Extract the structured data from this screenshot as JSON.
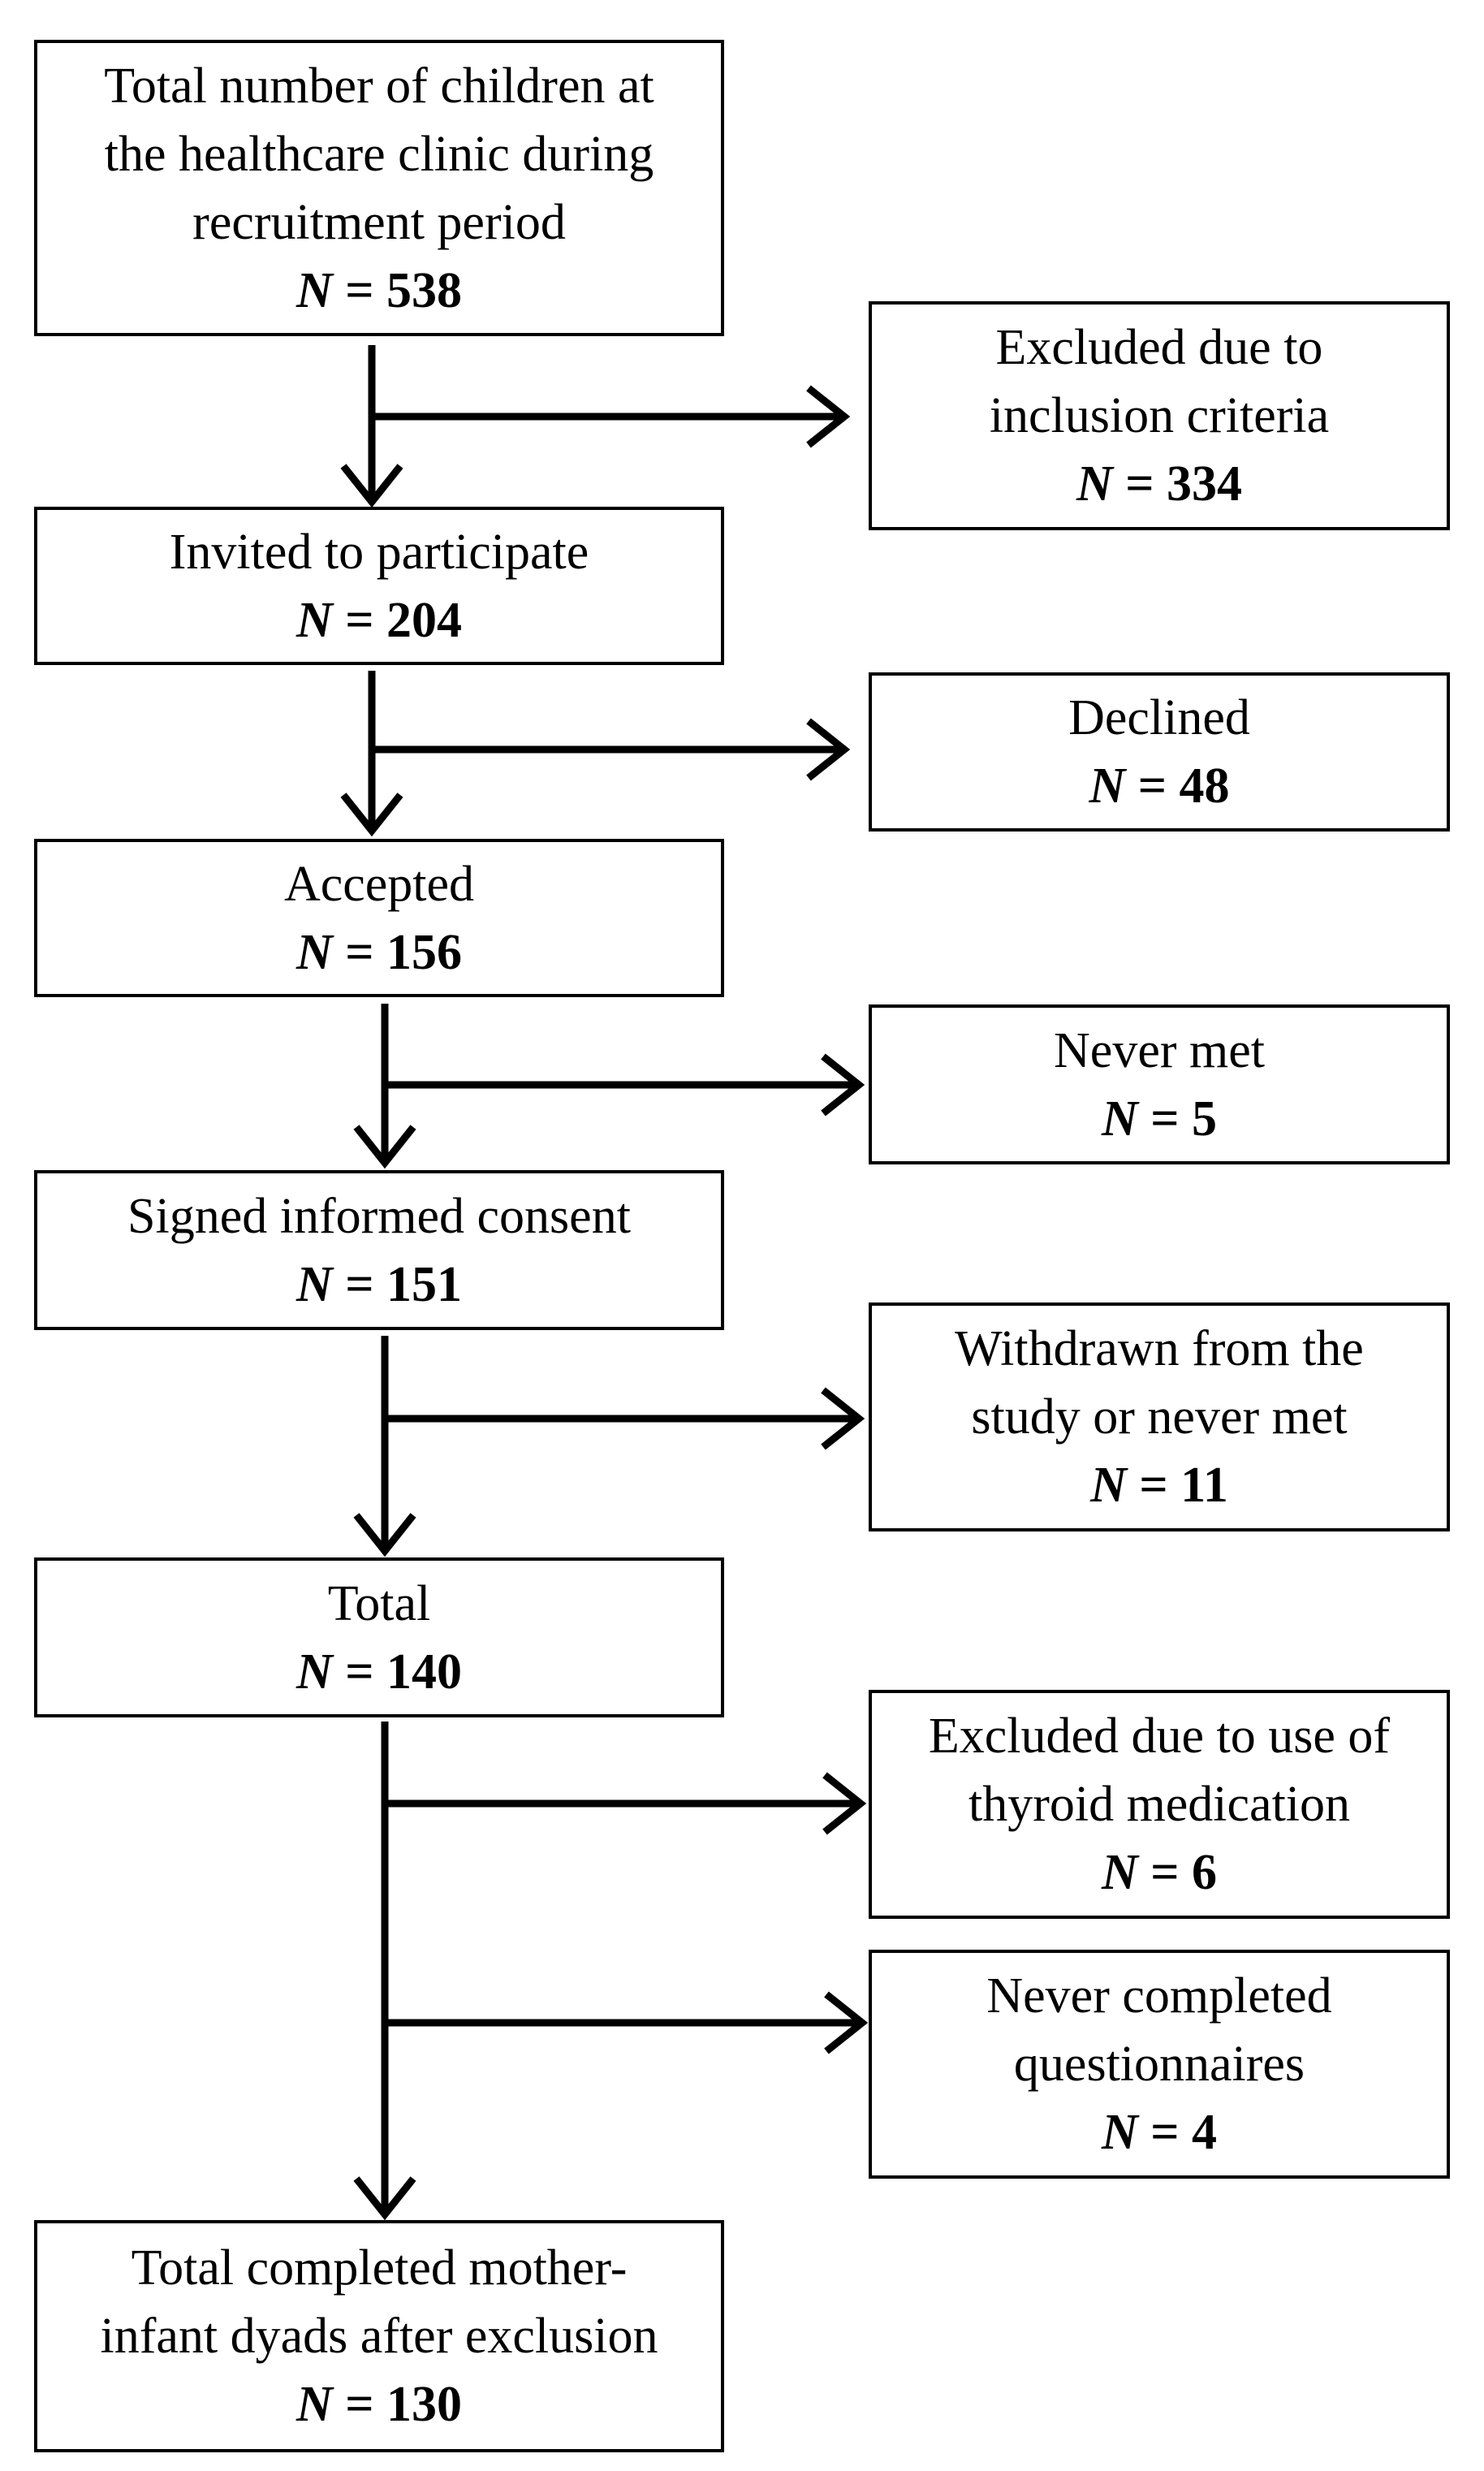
{
  "diagram": {
    "main_boxes": [
      {
        "id": "total-children",
        "lines": [
          "Total number of children at",
          "the healthcare clinic during",
          "recruitment period"
        ],
        "count_symbol": "N",
        "count_text": " = 538"
      },
      {
        "id": "invited",
        "lines": [
          "Invited to participate"
        ],
        "count_symbol": "N",
        "count_text": " = 204"
      },
      {
        "id": "accepted",
        "lines": [
          "Accepted"
        ],
        "count_symbol": "N",
        "count_text": " = 156"
      },
      {
        "id": "signed-consent",
        "lines": [
          "Signed informed consent"
        ],
        "count_symbol": "N",
        "count_text": " = 151"
      },
      {
        "id": "total",
        "lines": [
          "Total"
        ],
        "count_symbol": "N",
        "count_text": " = 140"
      },
      {
        "id": "final-total",
        "lines": [
          "Total completed mother-",
          "infant dyads after exclusion"
        ],
        "count_symbol": "N",
        "count_text": " = 130"
      }
    ],
    "side_boxes": [
      {
        "id": "excluded-inclusion",
        "lines": [
          "Excluded due to",
          "inclusion criteria"
        ],
        "count_symbol": "N",
        "count_text": " = 334"
      },
      {
        "id": "declined",
        "lines": [
          "Declined"
        ],
        "count_symbol": "N",
        "count_text": " = 48"
      },
      {
        "id": "never-met",
        "lines": [
          "Never met"
        ],
        "count_symbol": "N",
        "count_text": " = 5"
      },
      {
        "id": "withdrawn",
        "lines": [
          "Withdrawn from the",
          "study or never met"
        ],
        "count_symbol": "N",
        "count_text": " = 11"
      },
      {
        "id": "excluded-thyroid",
        "lines": [
          "Excluded due to use of",
          "thyroid medication"
        ],
        "count_symbol": "N",
        "count_text": " = 6"
      },
      {
        "id": "never-completed",
        "lines": [
          "Never completed",
          "questionnaires"
        ],
        "count_symbol": "N",
        "count_text": " = 4"
      }
    ],
    "stroke_color": "#000000",
    "background_color": "#ffffff"
  }
}
